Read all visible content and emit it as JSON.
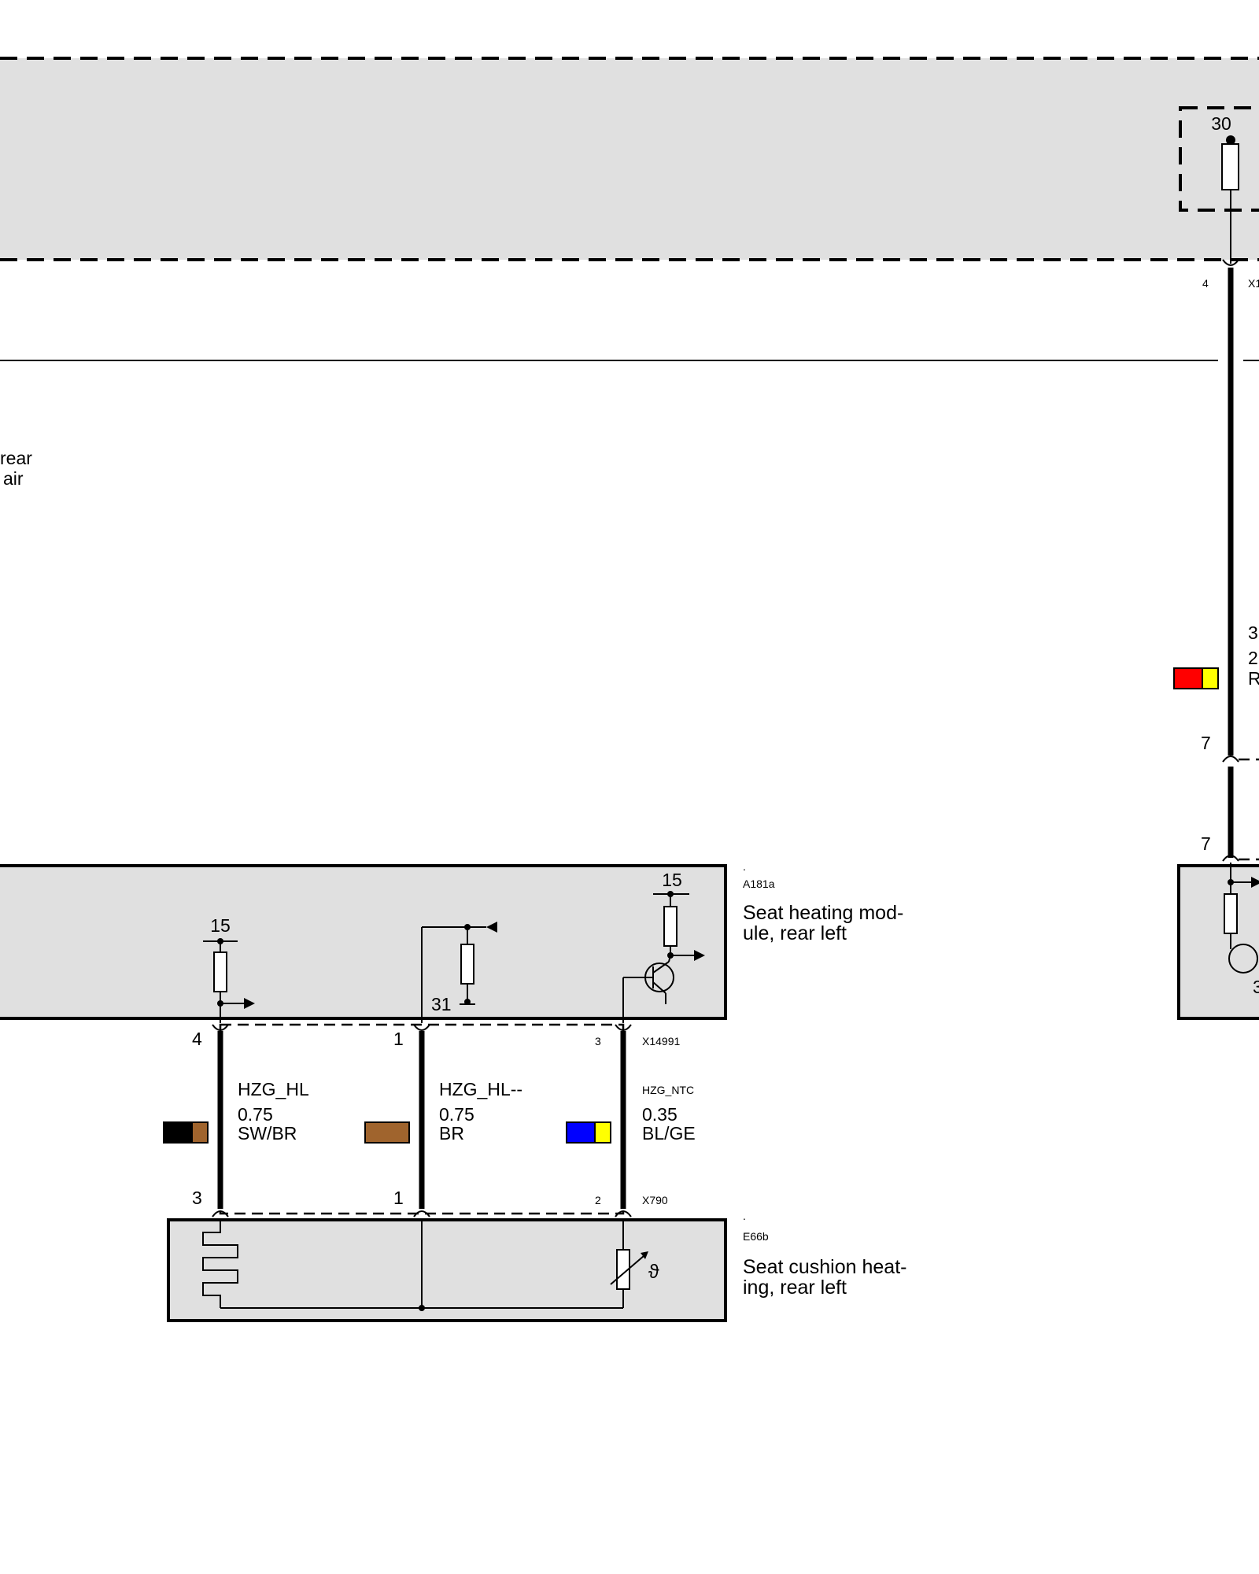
{
  "top_module": {
    "fuse_terminal": "30",
    "connector_pin": "4",
    "connector_id_partial": "X1"
  },
  "left_partial_label": {
    "line1": "rear",
    "line2": "air"
  },
  "right_partial": {
    "wire_text_lines": [
      "3",
      "2",
      "R"
    ],
    "color_left": "#ff0000",
    "color_right": "#ffff00",
    "pin_top": "7",
    "pin_bottom": "7",
    "module_pin_partial": "3"
  },
  "heating_module": {
    "dot": ".",
    "id": "A181a",
    "name_line1": "Seat heating mod-",
    "name_line2": "ule, rear left",
    "terminal_15_a": "15",
    "terminal_15_b": "15",
    "terminal_31": "31"
  },
  "upper_connector": {
    "id": "X14991",
    "pin_a": "4",
    "pin_b": "1",
    "pin_c": "3"
  },
  "lower_connector": {
    "id": "X790",
    "pin_a": "3",
    "pin_b": "1",
    "pin_c": "2"
  },
  "wires": [
    {
      "signal": "HZG_HL",
      "size": "0.75",
      "color_code": "SW/BR",
      "color1": "#000000",
      "color2": "#a0642d"
    },
    {
      "signal": "HZG_HL--",
      "size": "0.75",
      "color_code": "BR",
      "color1": "#a0642d",
      "color2": "#a0642d"
    },
    {
      "signal": "HZG_NTC",
      "size": "0.35",
      "color_code": "BL/GE",
      "color1": "#0000ff",
      "color2": "#ffff00"
    }
  ],
  "cushion_heating": {
    "dot": ".",
    "id": "E66b",
    "name_line1": "Seat cushion heat-",
    "name_line2": "ing, rear left",
    "sensor_symbol": "ϑ"
  }
}
